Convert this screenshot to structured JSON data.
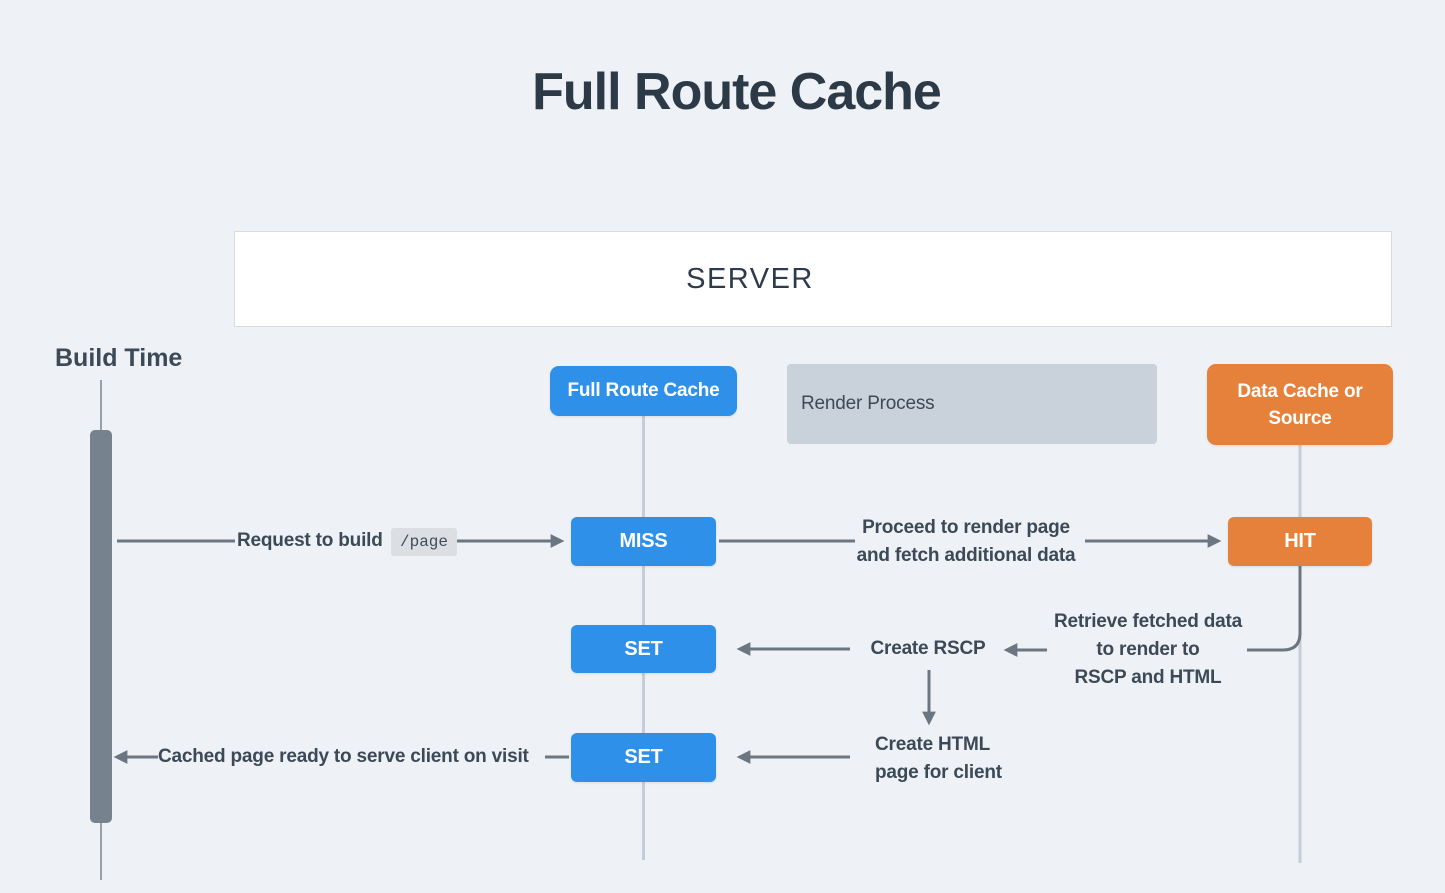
{
  "title": "Full Route Cache",
  "server": {
    "label": "SERVER"
  },
  "timeline": {
    "label": "Build Time"
  },
  "nodes": {
    "full_route_cache": {
      "label": "Full Route Cache"
    },
    "render_process": {
      "label": "Render Process"
    },
    "data_cache": {
      "label": "Data Cache or Source"
    },
    "miss": {
      "label": "MISS"
    },
    "hit": {
      "label": "HIT"
    },
    "set1": {
      "label": "SET"
    },
    "set2": {
      "label": "SET"
    }
  },
  "labels": {
    "request": {
      "text": "Request to build",
      "code": "/page"
    },
    "proceed": {
      "line1": "Proceed to render page",
      "line2": "and fetch additional data"
    },
    "retrieve": {
      "line1": "Retrieve fetched data",
      "line2": "to render to",
      "line3": "RSCP and HTML"
    },
    "create_rscp": "Create RSCP",
    "create_html": {
      "line1": "Create HTML",
      "line2": "page for client"
    },
    "cached": "Cached page ready to serve client on visit"
  },
  "colors": {
    "bg": "#eef1f5",
    "blue": "#2e90e8",
    "orange": "#e5813a",
    "panel": "#c9d2da",
    "ink": "#3c4956",
    "titleInk": "#2c3947",
    "lineLight": "#c5ced7",
    "lineDark": "#6b7682",
    "bar": "#76828e",
    "chipBg": "#dbdfe3",
    "serverBorder": "#d5dde3",
    "timelineThin": "#95a0ab",
    "white": "#ffffff"
  }
}
